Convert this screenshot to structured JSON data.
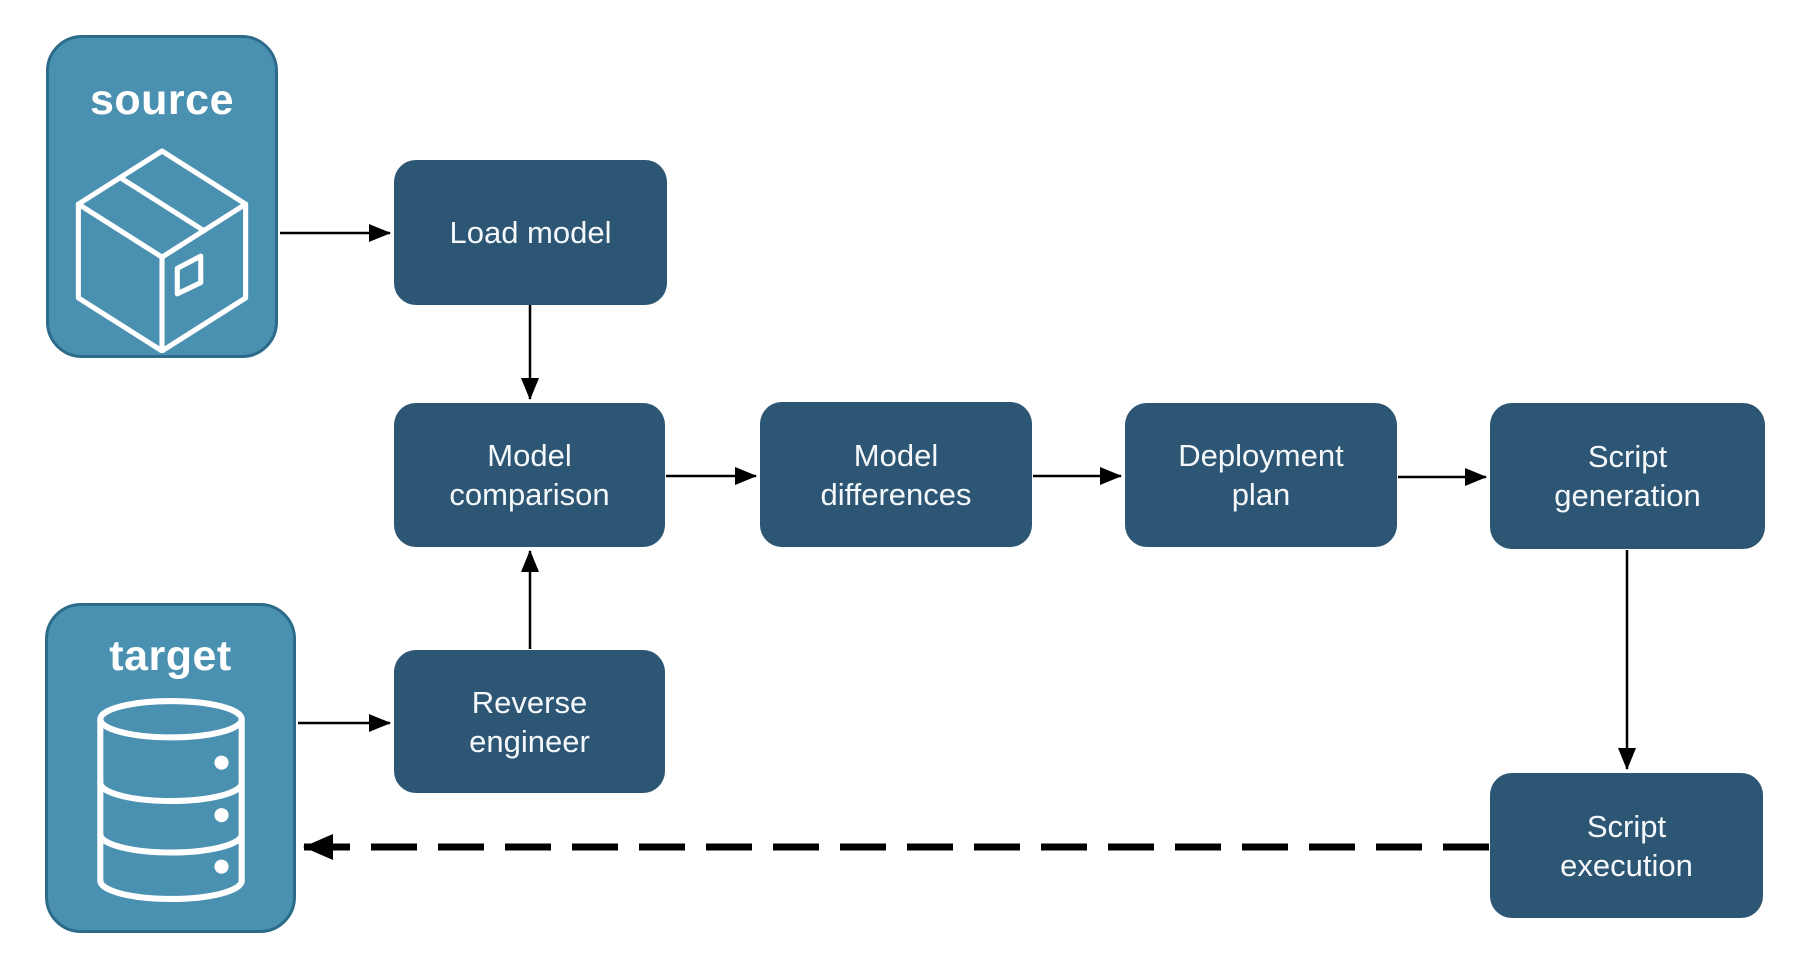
{
  "endpoints": {
    "source": {
      "label": "source",
      "icon": "package-icon"
    },
    "target": {
      "label": "target",
      "icon": "database-icon"
    }
  },
  "nodes": {
    "load_model": {
      "label": "Load model"
    },
    "model_comparison": {
      "label": "Model comparison"
    },
    "model_differences": {
      "label": "Model differences"
    },
    "deployment_plan": {
      "label": "Deployment plan"
    },
    "script_generation": {
      "label": "Script generation"
    },
    "reverse_engineer": {
      "label": "Reverse engineer"
    },
    "script_execution": {
      "label": "Script execution"
    }
  },
  "edges": [
    {
      "from": "source",
      "to": "load_model",
      "style": "solid"
    },
    {
      "from": "load_model",
      "to": "model_comparison",
      "style": "solid"
    },
    {
      "from": "model_comparison",
      "to": "model_differences",
      "style": "solid"
    },
    {
      "from": "model_differences",
      "to": "deployment_plan",
      "style": "solid"
    },
    {
      "from": "deployment_plan",
      "to": "script_generation",
      "style": "solid"
    },
    {
      "from": "script_generation",
      "to": "script_execution",
      "style": "solid"
    },
    {
      "from": "target",
      "to": "reverse_engineer",
      "style": "solid"
    },
    {
      "from": "reverse_engineer",
      "to": "model_comparison",
      "style": "solid"
    },
    {
      "from": "script_execution",
      "to": "target",
      "style": "dashed"
    }
  ],
  "colors": {
    "node_fill": "#2d5674",
    "endpoint_fill": "#4a90b0",
    "endpoint_border": "#2c6b8a",
    "arrow": "#000000",
    "text": "#f5f8fa"
  }
}
